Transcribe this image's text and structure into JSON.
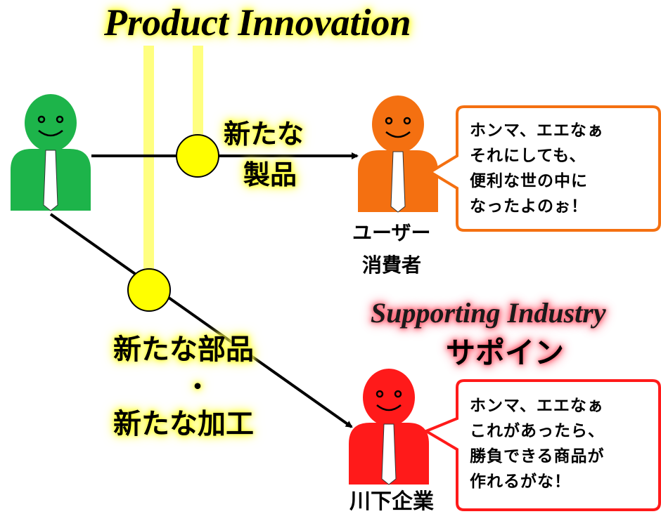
{
  "title": "Product Innovation",
  "supporting": {
    "en": "Supporting Industry",
    "jp": "サポイン"
  },
  "labels": {
    "new_product": [
      "新たな",
      "製品"
    ],
    "new_parts": [
      "新たな部品",
      "・",
      "新たな加工"
    ]
  },
  "people": {
    "innovator": {
      "color": "#1db44a"
    },
    "consumer": {
      "color": "#f47011",
      "label": [
        "ユーザー",
        "消費者"
      ]
    },
    "downstream": {
      "color": "#ff1a1a",
      "label": "川下企業"
    }
  },
  "callouts": {
    "consumer": [
      "ホンマ、エエなぁ",
      "それにしても、",
      "便利な世の中に",
      "なったよのぉ！"
    ],
    "downstream": [
      "ホンマ、エエなぁ",
      "これがあったら、",
      "勝負できる商品が",
      "作れるがな！"
    ]
  },
  "colors": {
    "highlight": "#ffff00",
    "beam": "#ffff80",
    "consumer_border": "#f47011",
    "downstream_border": "#ff1a1a"
  }
}
